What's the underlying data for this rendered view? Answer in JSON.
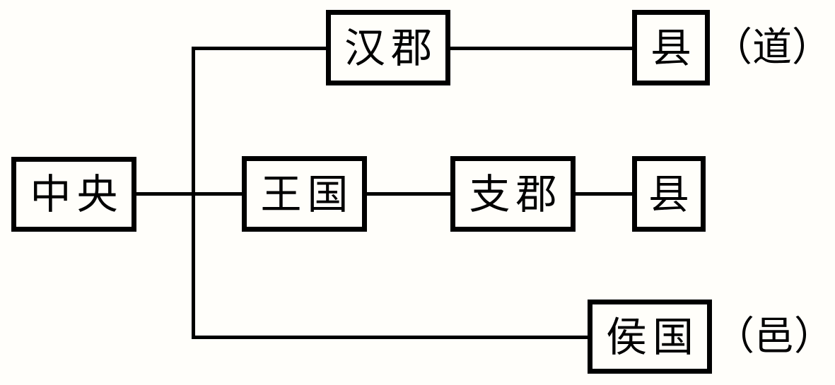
{
  "diagram": {
    "description_colors": {
      "line": "#000000",
      "text": "#000000",
      "background": "#fffefa"
    },
    "nodes": {
      "central": {
        "label": "中央"
      },
      "han_commandery": {
        "label": "汉郡"
      },
      "county_dao": {
        "label": "县",
        "suffix": "（道）"
      },
      "kingdom": {
        "label": "王国"
      },
      "branch_commandery": {
        "label": "支郡"
      },
      "county": {
        "label": "县"
      },
      "marquisate": {
        "label": "侯国",
        "suffix": "（邑）"
      }
    },
    "edges": [
      {
        "from": "中央",
        "to": "汉郡"
      },
      {
        "from": "中央",
        "to": "王国"
      },
      {
        "from": "中央",
        "to": "侯国（邑）"
      },
      {
        "from": "汉郡",
        "to": "县（道）"
      },
      {
        "from": "王国",
        "to": "支郡"
      },
      {
        "from": "支郡",
        "to": "县"
      }
    ]
  }
}
